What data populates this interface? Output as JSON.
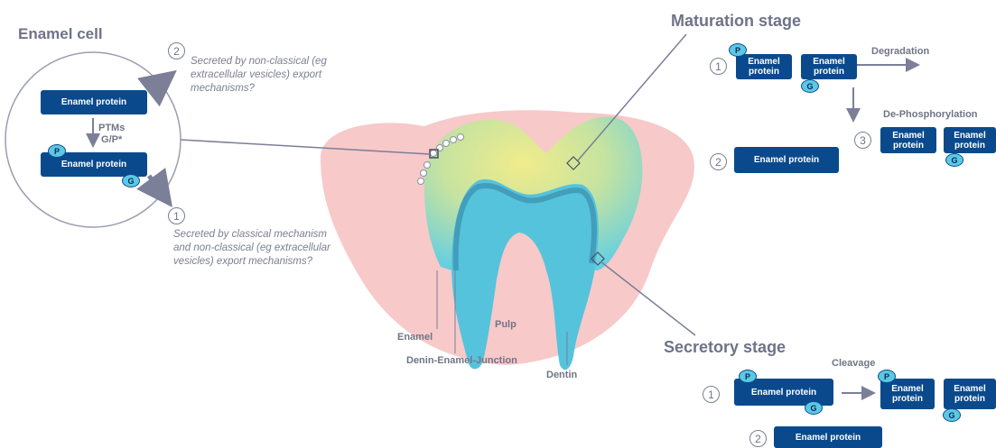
{
  "titles": {
    "enamel_cell": "Enamel cell",
    "maturation_stage": "Maturation stage",
    "secretory_stage": "Secretory stage"
  },
  "cell": {
    "box_top": "Enamel protein",
    "box_bottom": "Enamel protein",
    "ptm_line1": "PTMs",
    "ptm_line2": "G/P*",
    "badge_p": "P",
    "badge_g": "G"
  },
  "notes": {
    "num_2": "2",
    "num_1": "1",
    "note_2": "Secreted by non-classical (eg extracellular vesicles) export mechanisms?",
    "note_1": "Secreted by classical mechanism and non-classical (eg extracellular vesicles) export mechanisms?"
  },
  "tooth_labels": {
    "pulp": "Pulp",
    "enamel": "Enamel",
    "dej": "Denin-Enamel-Junction",
    "dentin": "Dentin"
  },
  "maturation": {
    "num_1": "1",
    "num_2": "2",
    "num_3": "3",
    "box_a": "Enamel protein",
    "box_b": "Enamel protein",
    "box_2": "Enamel protein",
    "box_3a": "Enamel protein",
    "box_3b": "Enamel protein",
    "degradation": "Degradation",
    "dephos": "De-Phosphorylation",
    "badge_p": "P",
    "badge_g": "G",
    "badge_g2": "G"
  },
  "secretory": {
    "num_1": "1",
    "num_2": "2",
    "cleavage": "Cleavage",
    "box_1": "Enamel protein",
    "box_1b": "Enamel protein",
    "box_1c": "Enamel protein",
    "box_2": "Enamel protein",
    "badge_p": "P",
    "badge_g": "G",
    "badge_p2": "P",
    "badge_g2": "G"
  },
  "colors": {
    "protein_box": "#0a4a8c",
    "badge": "#5bc8e6",
    "enamel_organ": "#f7c9c9",
    "enamel_gradient_top": "#e8eb8e",
    "dentin": "#5cc4dc",
    "line": "#7b7f97"
  }
}
